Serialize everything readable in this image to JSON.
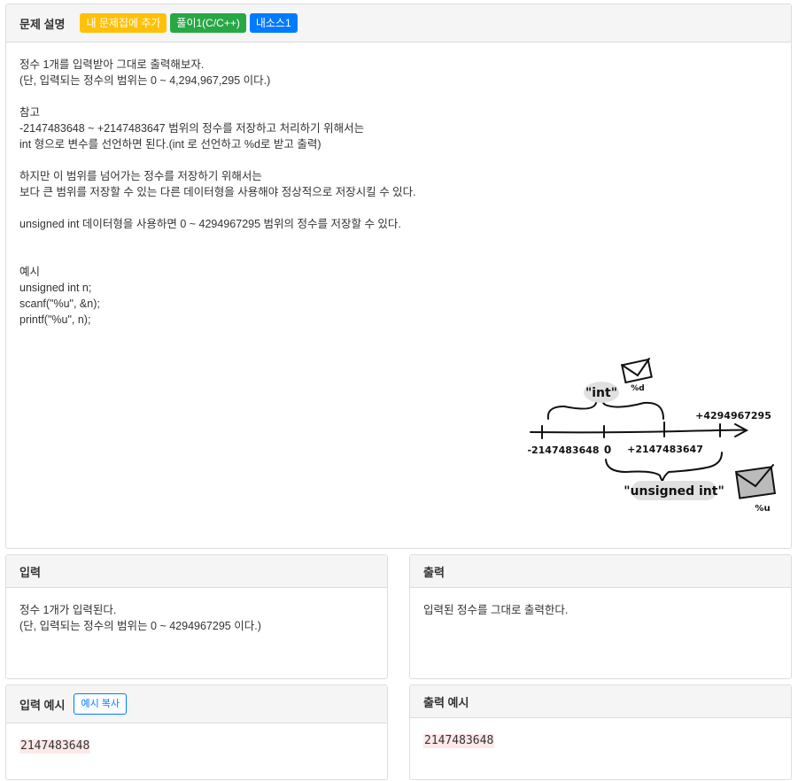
{
  "problem": {
    "title": "문제 설명",
    "buttons": [
      {
        "label": "내 문제집에 추가",
        "color": "#ffc107"
      },
      {
        "label": "풀이1(C/C++)",
        "color": "#28a745"
      },
      {
        "label": "내소스1",
        "color": "#007bff"
      }
    ],
    "lines": [
      "정수 1개를 입력받아 그대로 출력해보자.",
      "(단, 입력되는 정수의 범위는 0 ~ 4,294,967,295 이다.)",
      "",
      "참고",
      "-2147483648 ~ +2147483647 범위의 정수를 저장하고 처리하기 위해서는",
      "int 형으로 변수를 선언하면 된다.(int 로 선언하고 %d로 받고 출력)",
      "",
      "하지만 이 범위를 넘어가는 정수를 저장하기 위해서는",
      "보다 큰 범위를 저장할 수 있는 다른 데이터형을 사용해야 정상적으로 저장시킬 수 있다.",
      "",
      "unsigned int 데이터형을 사용하면 0 ~ 4294967295 범위의 정수를 저장할 수 있다.",
      "",
      "",
      "예시",
      "unsigned int n;",
      "scanf(\"%u\", &n);",
      "printf(\"%u\", n);"
    ],
    "diagram": {
      "int_label": "\"int\"",
      "int_format": "%d",
      "unsigned_label": "\"unsigned int\"",
      "unsigned_format": "%u",
      "min": "-2147483648",
      "zero": "0",
      "int_max": "+2147483647",
      "uint_max": "+4294967295"
    }
  },
  "input": {
    "title": "입력",
    "lines": [
      "정수 1개가 입력된다.",
      "(단, 입력되는 정수의 범위는 0 ~ 4294967295 이다.)"
    ]
  },
  "output": {
    "title": "출력",
    "lines": [
      "입력된 정수를 그대로 출력한다."
    ]
  },
  "sample_input": {
    "title": "입력 예시",
    "copy_label": "예시 복사",
    "value": "2147483648"
  },
  "sample_output": {
    "title": "출력 예시",
    "value": "2147483648"
  }
}
